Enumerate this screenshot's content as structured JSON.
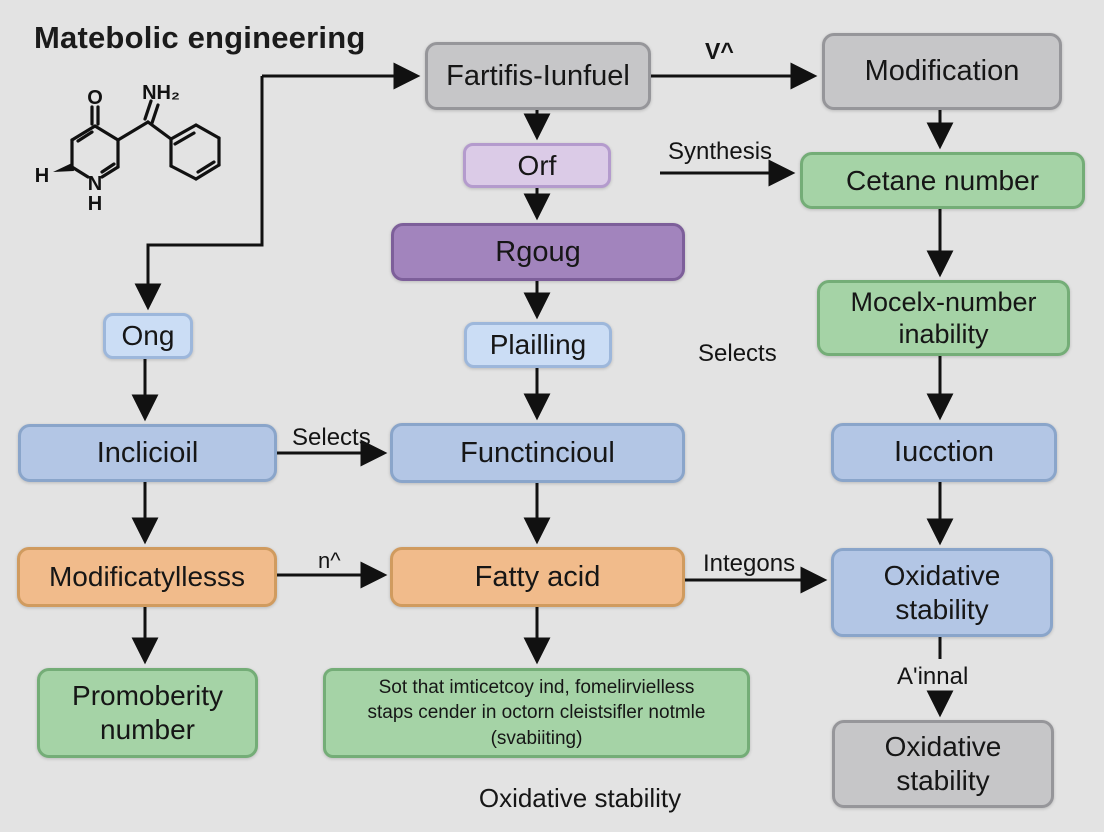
{
  "title": "Matebolic engineering",
  "caption": "Oxidative stability",
  "colors": {
    "background": "#e3e3e3",
    "gray_fill": "#c6c6c8",
    "gray_border": "#96969a",
    "light_purple_fill": "#dbcbe7",
    "light_purple_border": "#b49bcd",
    "purple_fill": "#a284bd",
    "purple_border": "#7d5f9a",
    "light_blue_fill": "#cbddf5",
    "light_blue_border": "#9db7db",
    "blue_fill": "#b3c6e5",
    "blue_border": "#8aa5ca",
    "orange_fill": "#f1bb8b",
    "orange_border": "#d09b5f",
    "green_fill": "#a5d3a6",
    "green_border": "#74ad77",
    "arrow": "#111111",
    "text": "#161616"
  },
  "molecule": {
    "atom_o": "O",
    "atom_nh2": "NH₂",
    "atom_h_left": "H",
    "atom_n": "N",
    "atom_h_under_n": "H"
  },
  "nodes": {
    "fartifis_iunfuel": {
      "label": "Fartifis-Iunfuel"
    },
    "modification": {
      "label": "Modification"
    },
    "orf": {
      "label": "Orf"
    },
    "cetane_number": {
      "label": "Cetane number"
    },
    "rgoug": {
      "label": "Rgoug"
    },
    "ong": {
      "label": "Ong"
    },
    "plailling": {
      "label": "Plailling"
    },
    "mocelx_number_inability": {
      "line1": "Mocelx-number",
      "line2": "inability"
    },
    "inclicioil": {
      "label": "Inclicioil"
    },
    "functincioul": {
      "label": "Functincioul"
    },
    "iucction": {
      "label": "Iucction"
    },
    "modificatyllesss": {
      "label": "Modificatyllesss"
    },
    "fatty_acid": {
      "label": "Fatty acid"
    },
    "oxidative_stability_blue": {
      "line1": "Oxidative",
      "line2": "stability"
    },
    "promoberity_number": {
      "line1": "Promoberity",
      "line2": "number"
    },
    "green_note": {
      "line1": "Sot that imticetcoy ind, fomelirvielless",
      "line2": "staps cender in octorn cleistsifler notmle",
      "line3": "(svabiiting)"
    },
    "oxidative_stability_gray": {
      "line1": "Oxidative",
      "line2": "stability"
    }
  },
  "edge_labels": {
    "v_caret": "V^",
    "synthesis": "Synthesis",
    "selects_floating": "Selects",
    "selects": "Selects",
    "n_caret": "n^",
    "integons": "Integons",
    "ainnal": "A'innal"
  }
}
